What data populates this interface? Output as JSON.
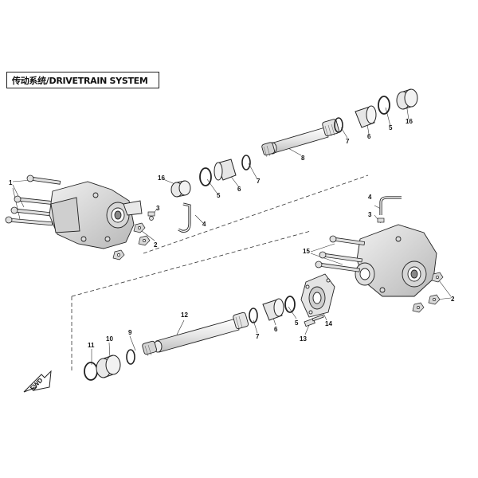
{
  "diagram": {
    "title": "传动系统/DRIVETRAIN SYSTEM",
    "fwd_label": "FWD",
    "callouts": {
      "c1": "1",
      "c2a": "2",
      "c2b": "2",
      "c3a": "3",
      "c3b": "3",
      "c4a": "4",
      "c4b": "4",
      "c5a": "5",
      "c5b": "5",
      "c5c": "5",
      "c6a": "6",
      "c6b": "6",
      "c6c": "6",
      "c7a": "7",
      "c7b": "7",
      "c7c": "7",
      "c8": "8",
      "c9": "9",
      "c10": "10",
      "c11": "11",
      "c12": "12",
      "c13": "13",
      "c14": "14",
      "c15": "15",
      "c16a": "16",
      "c16b": "16"
    }
  }
}
